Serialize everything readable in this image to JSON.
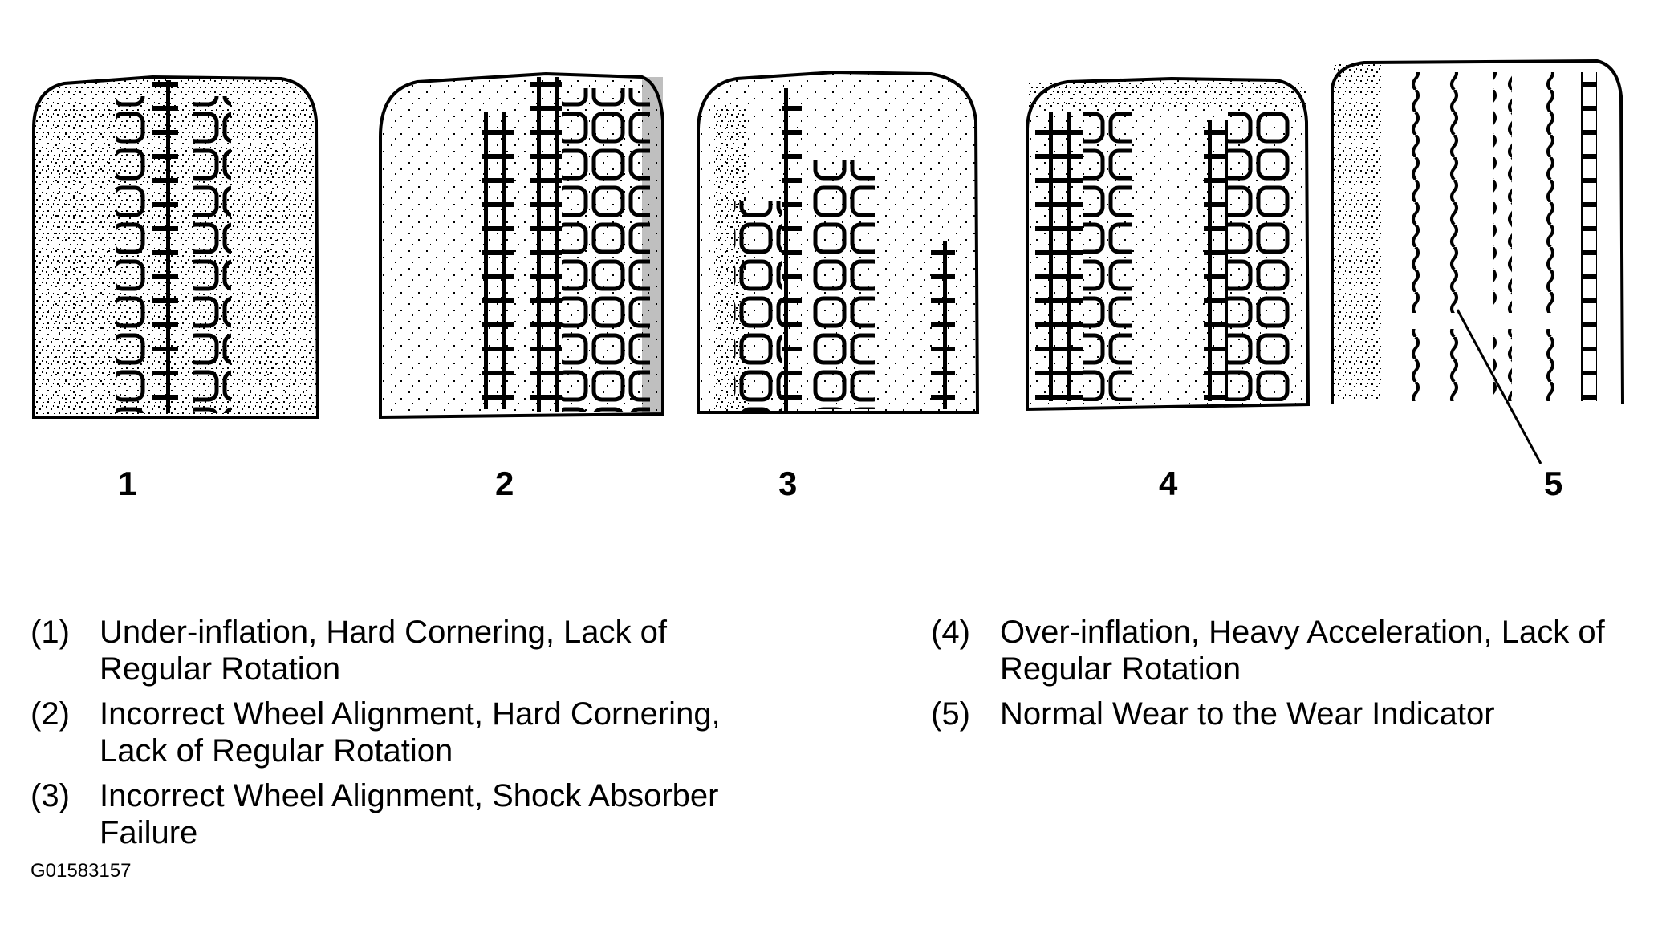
{
  "tires": [
    {
      "number": "1"
    },
    {
      "number": "2"
    },
    {
      "number": "3"
    },
    {
      "number": "4"
    },
    {
      "number": "5"
    }
  ],
  "legend": [
    {
      "code": "(1)",
      "text": "Under-inflation, Hard Cornering, Lack of Regular Rotation"
    },
    {
      "code": "(2)",
      "text": "Incorrect Wheel Alignment, Hard Cornering, Lack of Regular Rotation"
    },
    {
      "code": "(3)",
      "text": "Incorrect Wheel Alignment, Shock Absorber Failure"
    },
    {
      "code": "(4)",
      "text": "Over-inflation, Heavy Acceleration, Lack of Regular Rotation"
    },
    {
      "code": "(5)",
      "text": "Normal Wear to the Wear Indicator"
    }
  ],
  "figure_id": "G01583157"
}
